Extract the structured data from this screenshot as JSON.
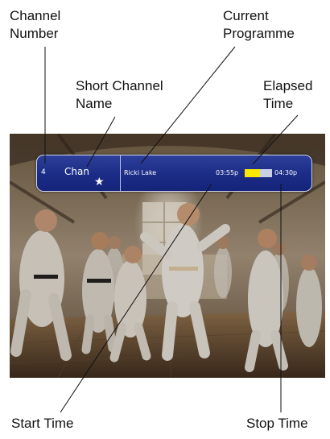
{
  "callouts": {
    "channel_number": [
      "Channel",
      "Number"
    ],
    "current_programme": [
      "Current",
      "Programme"
    ],
    "short_channel_name": [
      "Short Channel",
      "Name"
    ],
    "elapsed_time": [
      "Elapsed",
      "Time"
    ],
    "start_time": "Start Time",
    "stop_time": "Stop Time"
  },
  "banner": {
    "channel_number": "4",
    "channel_name": "Chan",
    "favourite_icon": "star-icon",
    "programme": "Ricki Lake",
    "start_time": "03:55p",
    "stop_time": "04:30p",
    "elapsed_fraction": 0.55
  },
  "colors": {
    "banner_blue": "#1b2c86",
    "progress_yellow": "#ffe800",
    "banner_text": "#ffffff"
  }
}
